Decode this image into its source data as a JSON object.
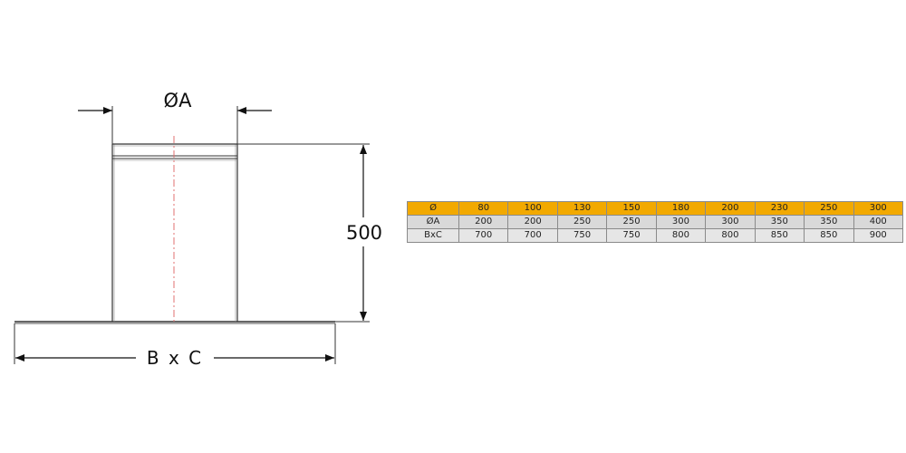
{
  "drawing": {
    "diameter_label": "ØA",
    "height_label": "500",
    "base_label": "B x C"
  },
  "table": {
    "header_row": [
      "Ø",
      "80",
      "100",
      "130",
      "150",
      "180",
      "200",
      "230",
      "250",
      "300"
    ],
    "rows": [
      [
        "ØA",
        "200",
        "200",
        "250",
        "250",
        "300",
        "300",
        "350",
        "350",
        "400"
      ],
      [
        "BxC",
        "700",
        "700",
        "750",
        "750",
        "800",
        "800",
        "850",
        "850",
        "900"
      ]
    ]
  },
  "colors": {
    "header_fill": "#f2a900",
    "row_fill": "#d9d9d9",
    "centerline": "#e07070"
  }
}
